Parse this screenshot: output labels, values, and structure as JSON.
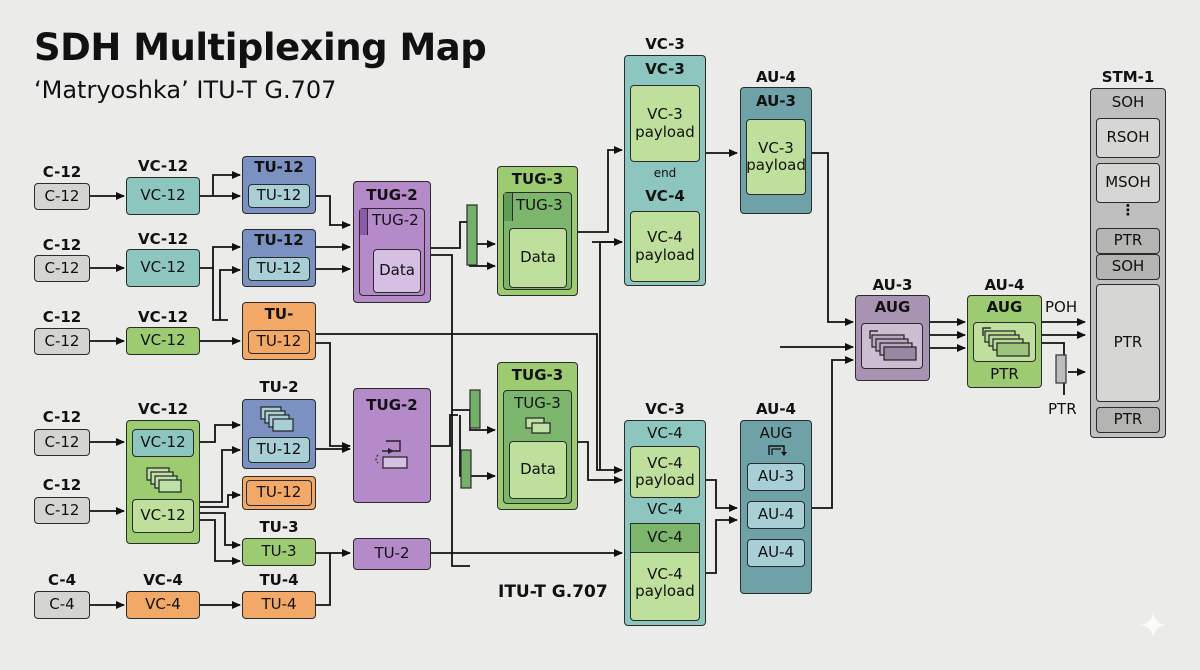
{
  "header": {
    "title": "SDH Multiplexing Map",
    "subtitle": "‘Matryoshka’ ITU-T G.707"
  },
  "footer_note": "ITU-T G.707",
  "rows": [
    {
      "c_label": "C-12",
      "c_box": "C-12",
      "vc_label": "VC-12",
      "vc_box": "VC-12",
      "tu_label": "",
      "tu_outer": "TU-12",
      "tu_inner": "TU-12"
    },
    {
      "c_label": "C-12",
      "c_box": "C-12",
      "vc_label": "VC-12",
      "vc_box": "VC-12",
      "tu_label": "",
      "tu_outer": "TU-12",
      "tu_inner": "TU-12"
    },
    {
      "c_label": "C-12",
      "c_box": "C-12",
      "vc_label": "VC-12",
      "vc_box": "VC-12",
      "tu_label": "",
      "tu_outer": "TU-",
      "tu_inner": "TU-12"
    }
  ],
  "lower_group": {
    "c1_label": "C-12",
    "c1_box": "C-12",
    "c2_label": "C-12",
    "c2_box": "C-12",
    "vc_label": "VC-12",
    "vc_inner1": "VC-12",
    "vc_inner2": "VC-12",
    "tu2_label": "TU-2",
    "tu2_inner": "TU-12",
    "tu12_orange": "TU-12",
    "tu3_label": "TU-3",
    "tu3_box": "TU-3",
    "c4_label": "C-4",
    "c4_box": "C-4",
    "vc4_label": "VC-4",
    "vc4_box": "VC-4",
    "tu4_label": "TU-4",
    "tu4_box": "TU-4"
  },
  "tug2_upper": {
    "title": "TUG-2",
    "inner": "TUG-2",
    "data": "Data"
  },
  "tug2_lower": {
    "title": "TUG-2"
  },
  "tu2_purple": "TU-2",
  "tug3_upper": {
    "title": "TUG-3",
    "inner": "TUG-3",
    "data": "Data"
  },
  "tug3_lower": {
    "title": "TUG-3",
    "inner": "TUG-3",
    "data": "Data"
  },
  "vc3_upper": {
    "label": "VC-3",
    "title": "VC-3",
    "payload1": "VC-3 payload",
    "mid": "end",
    "title2": "VC-4",
    "payload2": "VC-4 payload"
  },
  "vc3_lower": {
    "label": "VC-3",
    "title": "VC-4",
    "payload1": "VC-4 payload",
    "title2": "VC-4",
    "inner2": "VC-4",
    "payload2": "VC-4 payload"
  },
  "au4_upper": {
    "label": "AU-4",
    "title": "AU-3",
    "payload": "VC-3 payload"
  },
  "au4_lower": {
    "label": "AU-4",
    "title": "AUG",
    "items": [
      "AU-3",
      "AU-4",
      "AU-4"
    ]
  },
  "aug_mauve": {
    "label": "AU-3",
    "title": "AUG"
  },
  "aug_green": {
    "label": "AU-4",
    "title": "AUG",
    "footer": "PTR"
  },
  "outputs": {
    "poh": "POH",
    "ptr": "PTR"
  },
  "stm1": {
    "label": "STM-1",
    "title": "SOH",
    "cells": [
      "RSOH",
      "MSOH",
      "⋮",
      "PTR",
      "SOH",
      "PTR",
      "PTR"
    ]
  }
}
